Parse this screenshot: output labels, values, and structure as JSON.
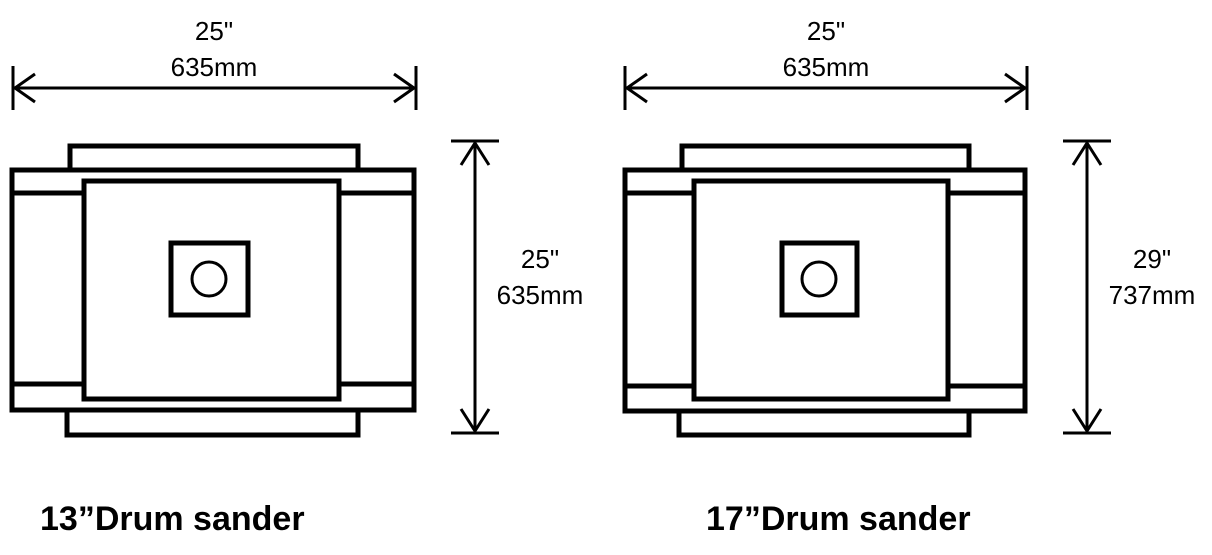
{
  "drawings": [
    {
      "caption": "13”Drum sander",
      "width_inch": "25\"",
      "width_mm": "635mm",
      "depth_inch": "25\"",
      "depth_mm": "635mm"
    },
    {
      "caption": "17”Drum sander",
      "width_inch": "25\"",
      "width_mm": "635mm",
      "depth_inch": "29\"",
      "depth_mm": "737mm"
    }
  ]
}
